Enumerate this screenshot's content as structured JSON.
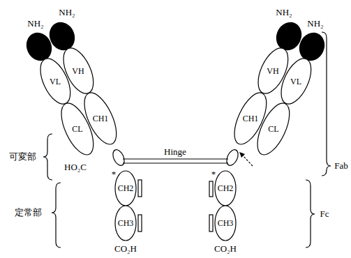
{
  "diagram": {
    "nodes": [
      {
        "text": [
          "VH"
        ]
      },
      {
        "text": [
          "VH"
        ]
      },
      {
        "text": [
          "VL"
        ]
      },
      {
        "text": [
          "CH1"
        ]
      },
      {
        "text": [
          "CH1"
        ]
      },
      {
        "text": [
          "VL"
        ]
      },
      {
        "text": [
          "CL"
        ]
      },
      {
        "text": [
          "CL"
        ]
      },
      {
        "text": [
          "CH2"
        ]
      },
      {
        "text": [
          "CH2"
        ]
      },
      {
        "text": [
          "CH3"
        ]
      },
      {
        "text": [
          "CH3"
        ]
      }
    ],
    "labels": [
      "NH₂",
      "NH₂",
      "NH₂",
      "NH₂",
      "可変部",
      "HO₂C",
      "Hinge",
      "Fab",
      "*",
      "*",
      "定常部",
      "Fc",
      "CO₂H",
      "CO₂H"
    ]
  }
}
